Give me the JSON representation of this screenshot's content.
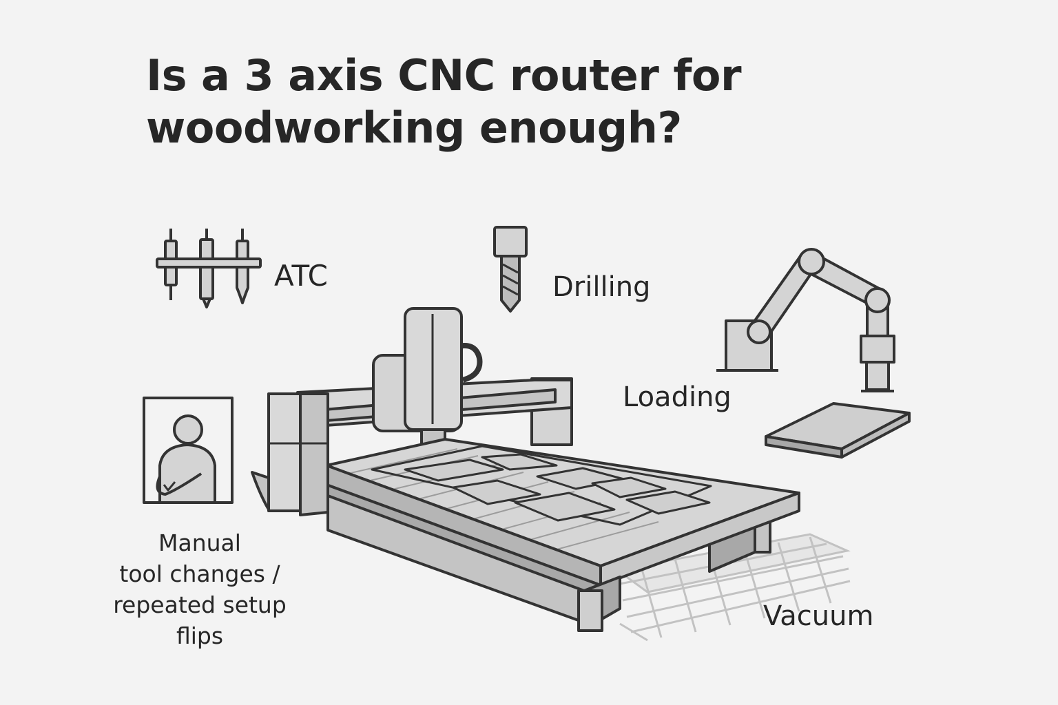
{
  "title": {
    "line1": "Is a 3 axis CNC router for",
    "line2": "woodworking enough?"
  },
  "labels": {
    "atc": "ATC",
    "drilling": "Drilling",
    "loading": "Loading",
    "vacuum": "Vacuum",
    "manual": {
      "line1": "Manual",
      "line2": "tool changes /",
      "line3": "repeated setup",
      "line4": "flips"
    }
  },
  "icons": [
    "atc-tool-rack-icon",
    "drill-bit-icon",
    "robot-arm-icon",
    "operator-icon",
    "cnc-router-icon",
    "vacuum-grid-icon"
  ],
  "colors": {
    "background": "#f3f3f3",
    "stroke": "#333333",
    "fill_light": "#d9d9d9",
    "fill_mid": "#c4c4c4",
    "fill_dark": "#a8a8a8"
  }
}
